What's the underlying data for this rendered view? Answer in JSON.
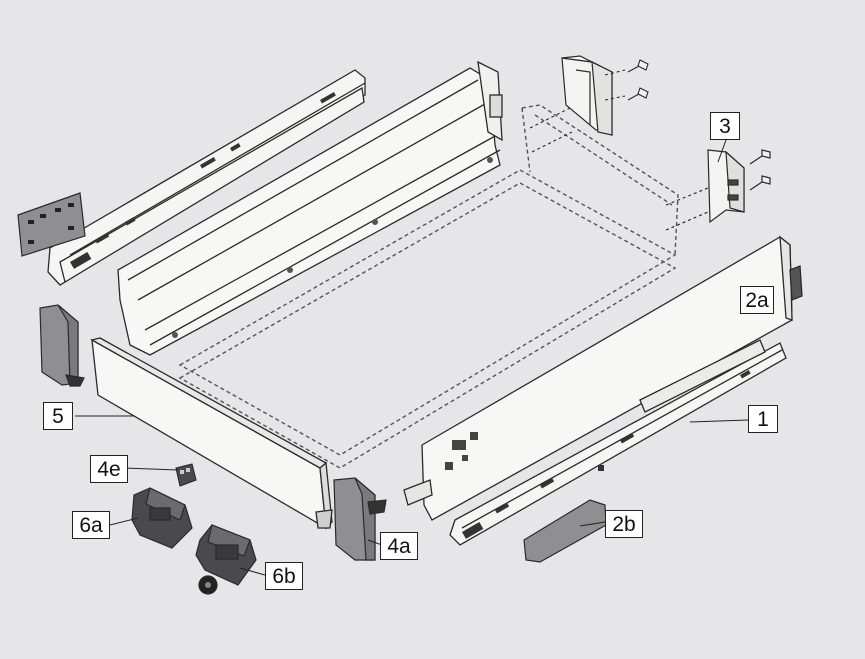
{
  "diagram": {
    "colors": {
      "background": "#e6e6e8",
      "part_fill": "#f5f5f4",
      "part_stroke": "#2a2a2a",
      "cover_fill": "#8f8f92",
      "dark_part": "#4a4a4d",
      "assembly_outline": "#555555"
    },
    "labels": {
      "l1": "1",
      "l2a": "2a",
      "l2b": "2b",
      "l3": "3",
      "l4a": "4a",
      "l4e": "4e",
      "l5": "5",
      "l6a": "6a",
      "l6b": "6b"
    }
  }
}
